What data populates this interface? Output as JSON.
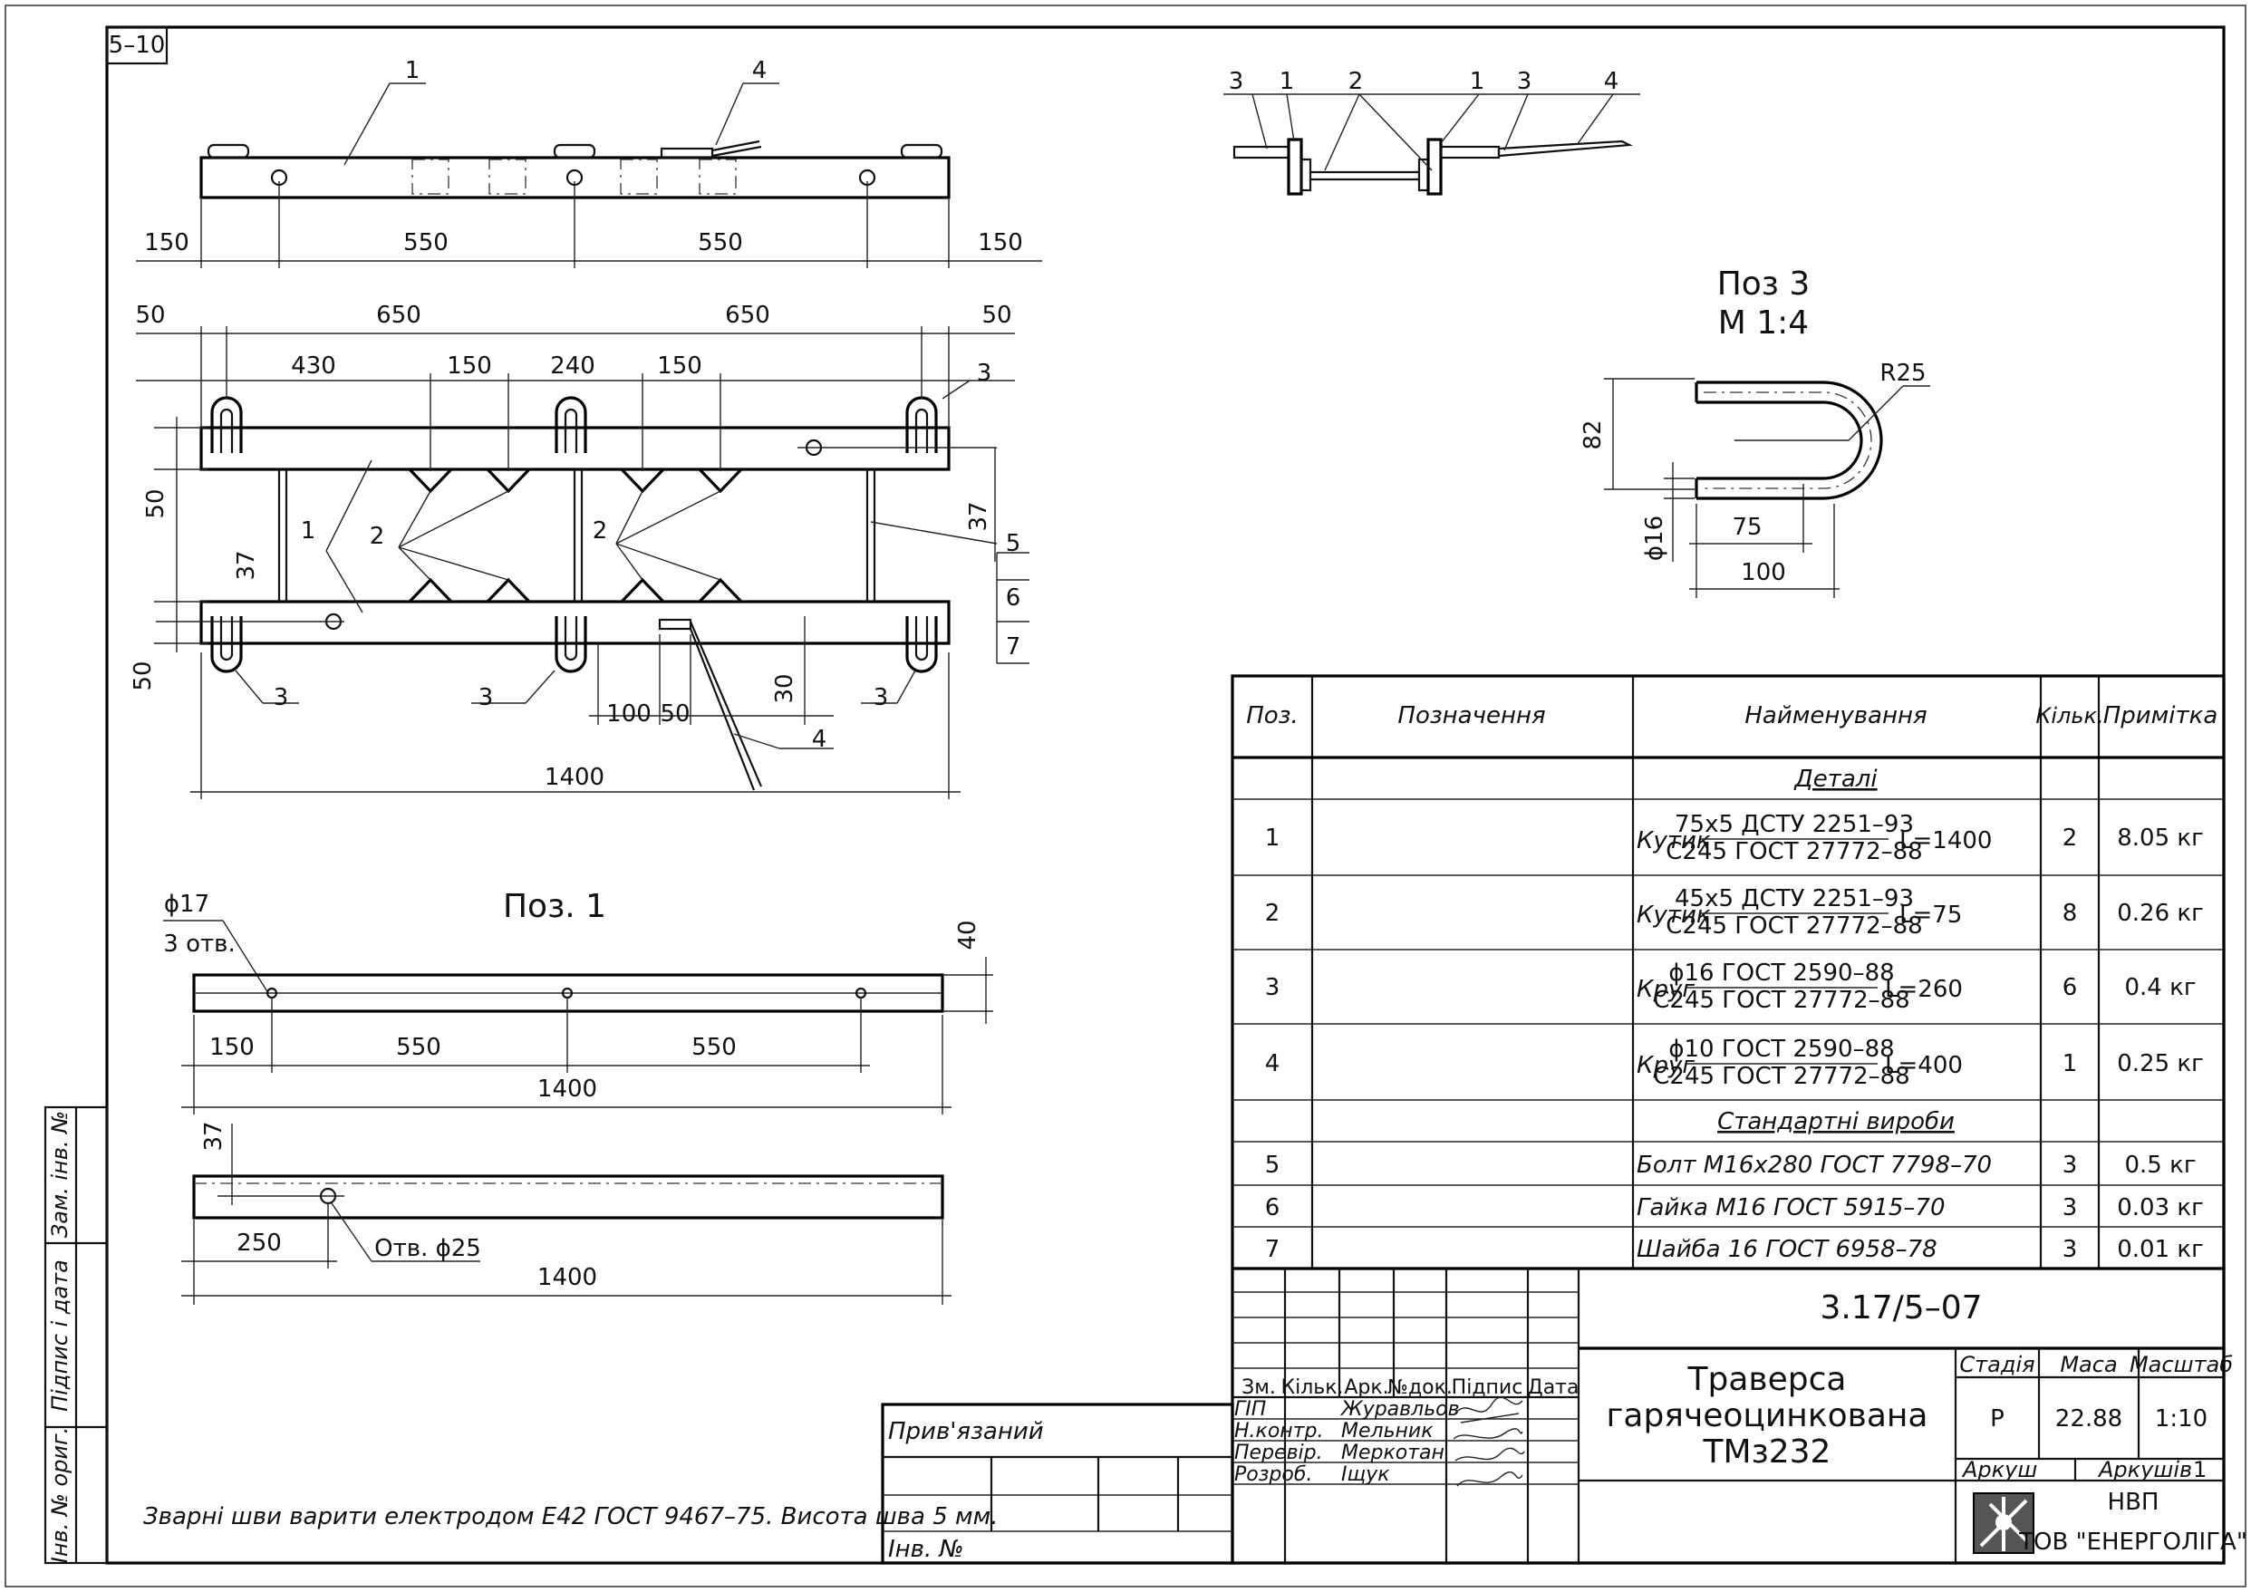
{
  "sheet": {
    "corner_code": "5–10",
    "welding_note": "Зварні шви варити електродом Е42 ГОСТ 9467–75. Висота шва 5 мм."
  },
  "side_stamp": {
    "zam_inv": "Зам. інв. №",
    "signature_date": "Підпис і дата",
    "inv_orig": "Інв. № ориг."
  },
  "top_view": {
    "dims": [
      "150",
      "550",
      "550",
      "150"
    ],
    "callouts": [
      "1",
      "4"
    ]
  },
  "plan_view": {
    "dims_top": [
      "50",
      "650",
      "650",
      "50"
    ],
    "dims_second": [
      "430",
      "150",
      "240",
      "150"
    ],
    "dims_left": [
      "50",
      "37",
      "50"
    ],
    "dims_right": [
      "37"
    ],
    "dims_bottom": [
      "100",
      "50",
      "30",
      "1400"
    ],
    "callouts": [
      "1",
      "2",
      "2",
      "3",
      "3",
      "3",
      "3",
      "4",
      "5",
      "6",
      "7"
    ]
  },
  "end_view": {
    "callouts": [
      "3",
      "1",
      "2",
      "1",
      "3",
      "4"
    ]
  },
  "pos3": {
    "title": "Поз 3",
    "scale": "М 1:4",
    "radius": "R25",
    "height": "82",
    "diameter": "ϕ16",
    "len_inner": "75",
    "len_outer": "100"
  },
  "pos1": {
    "title": "Поз. 1",
    "hole_dia": "ϕ17",
    "hole_count": "3 отв.",
    "height": "40",
    "dims": [
      "150",
      "550",
      "550"
    ],
    "total": "1400",
    "lower_offset": "37",
    "lower_dim": "250",
    "lower_hole": "Отв. ϕ25",
    "lower_total": "1400"
  },
  "spec_table": {
    "headers": [
      "Поз.",
      "Позначення",
      "Найменування",
      "Кільк.",
      "Примітка"
    ],
    "section_details": "Деталі",
    "section_standard": "Стандартні вироби",
    "rows": [
      {
        "pos": "1",
        "prefix": "Кутик",
        "top": "75x5 ДСТУ 2251–93",
        "bottom": "С245 ГОСТ 27772–88",
        "len": "L=1400",
        "qty": "2",
        "note": "8.05 кг"
      },
      {
        "pos": "2",
        "prefix": "Кутик",
        "top": "45x5 ДСТУ 2251–93",
        "bottom": "С245 ГОСТ 27772–88",
        "len": "L=75",
        "qty": "8",
        "note": "0.26 кг"
      },
      {
        "pos": "3",
        "prefix": "Круг",
        "top": "ϕ16 ГОСТ 2590–88",
        "bottom": "С245 ГОСТ 27772–88",
        "len": "L=260",
        "qty": "6",
        "note": "0.4 кг"
      },
      {
        "pos": "4",
        "prefix": "Круг",
        "top": "ϕ10 ГОСТ 2590–88",
        "bottom": "С245 ГОСТ 27772–88",
        "len": "L=400",
        "qty": "1",
        "note": "0.25 кг"
      }
    ],
    "std_rows": [
      {
        "pos": "5",
        "name": "Болт М16x280 ГОСТ 7798–70",
        "qty": "3",
        "note": "0.5 кг"
      },
      {
        "pos": "6",
        "name": "Гайка М16 ГОСТ 5915–70",
        "qty": "3",
        "note": "0.03 кг"
      },
      {
        "pos": "7",
        "name": "Шайба 16 ГОСТ 6958–78",
        "qty": "3",
        "note": "0.01 кг"
      }
    ]
  },
  "title_block": {
    "doc_code": "3.17/5–07",
    "title_l1": "Траверса",
    "title_l2": "гарячеоцинкована",
    "title_l3": "ТМз232",
    "headers": [
      "Зм.",
      "Кільк.",
      "Арк.",
      "№док.",
      "Підпис",
      "Дата"
    ],
    "roles": [
      "ГІП",
      "Н.контр.",
      "Перевір.",
      "Розроб."
    ],
    "names": [
      "Журавльов",
      "Мельник",
      "Меркотан",
      "Іщук"
    ],
    "stage_label": "Стадія",
    "mass_label": "Маса",
    "scale_label": "Масштаб",
    "stage": "Р",
    "mass": "22.88",
    "scale": "1:10",
    "sheet_label": "Аркуш",
    "sheets_label": "Аркушів",
    "sheets": "1",
    "org_l1": "НВП",
    "org_l2": "ТОВ \"ЕНЕРГОЛІГА\"",
    "linked": "Прив'язаний",
    "inv_no": "Інв. №"
  }
}
